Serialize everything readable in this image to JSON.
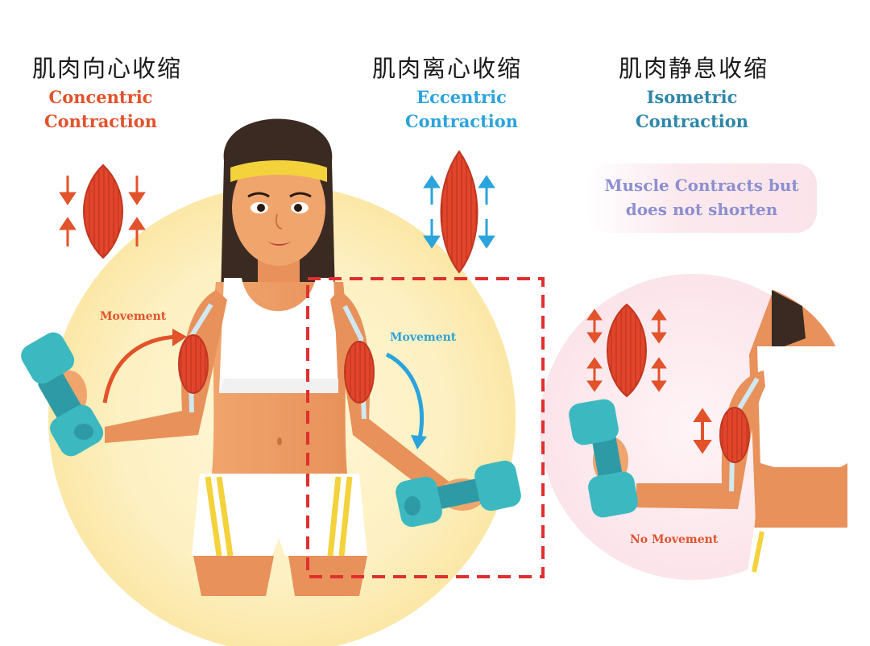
{
  "panels": {
    "concentric": {
      "title_cn": "肌肉向心收缩",
      "title_en_line1": "Concentric",
      "title_en_line2": "Contraction",
      "movement_label": "Movement",
      "color": "#e2522b"
    },
    "eccentric": {
      "title_cn": "肌肉离心收缩",
      "title_en_line1": "Eccentric",
      "title_en_line2": "Contraction",
      "movement_label": "Movement",
      "color": "#2ba3dc"
    },
    "isometric": {
      "title_cn": "肌肉静息收缩",
      "title_en_line1": "Isometric",
      "title_en_line2": "Contraction",
      "note_line1": "Muscle Contracts but",
      "note_line2": "does not shorten",
      "movement_label": "No Movement",
      "color": "#2e86a8"
    }
  },
  "colors": {
    "muscle": "#e2452b",
    "dumbbell": "#3cb8c0",
    "skin": "#f2a46b",
    "hair": "#3a2a22",
    "headband": "#f4d23c",
    "glow": "#fdf1c0",
    "dashed_box": "#e02f2f"
  },
  "icons": [
    "muscle-icon",
    "arrow-down-icon",
    "arrow-up-icon",
    "double-arrow-icon",
    "dumbbell-icon",
    "curved-arrow-icon"
  ]
}
